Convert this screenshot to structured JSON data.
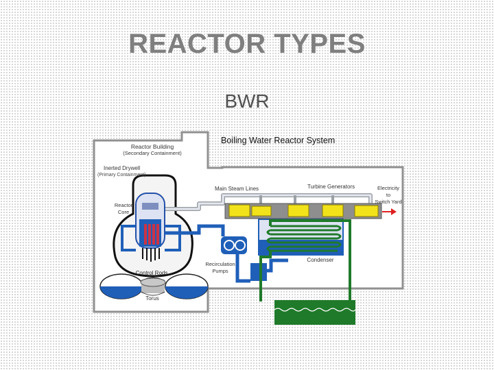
{
  "slide": {
    "title": "REACTOR TYPES",
    "subtitle": "BWR"
  },
  "diagram": {
    "title": "Boiling Water Reactor System",
    "labels": {
      "reactor_building": "Reactor Building",
      "secondary_containment": "(Secondary Containment)",
      "inerted_drywell": "Inerted Drywell",
      "primary_containment": "(Primary Containment)",
      "reactor_core": "Reactor",
      "reactor_core_2": "Core",
      "main_steam_lines": "Main Steam Lines",
      "turbine_generators": "Turbine Generators",
      "electricity_1": "Electricity",
      "electricity_2": "to",
      "electricity_3": "Switch Yard",
      "condenser": "Condenser",
      "recirculation_pumps_1": "Recirculation",
      "recirculation_pumps_2": "Pumps",
      "control_rods": "Control Rods",
      "torus": "Torus"
    },
    "colors": {
      "water": "#1f5fb8",
      "steam": "#d7ddf0",
      "turbine": "#f2e21a",
      "cooling": "#1f7a2a",
      "core_rods": "#cc3344",
      "electric_arrow": "#e02020"
    }
  }
}
